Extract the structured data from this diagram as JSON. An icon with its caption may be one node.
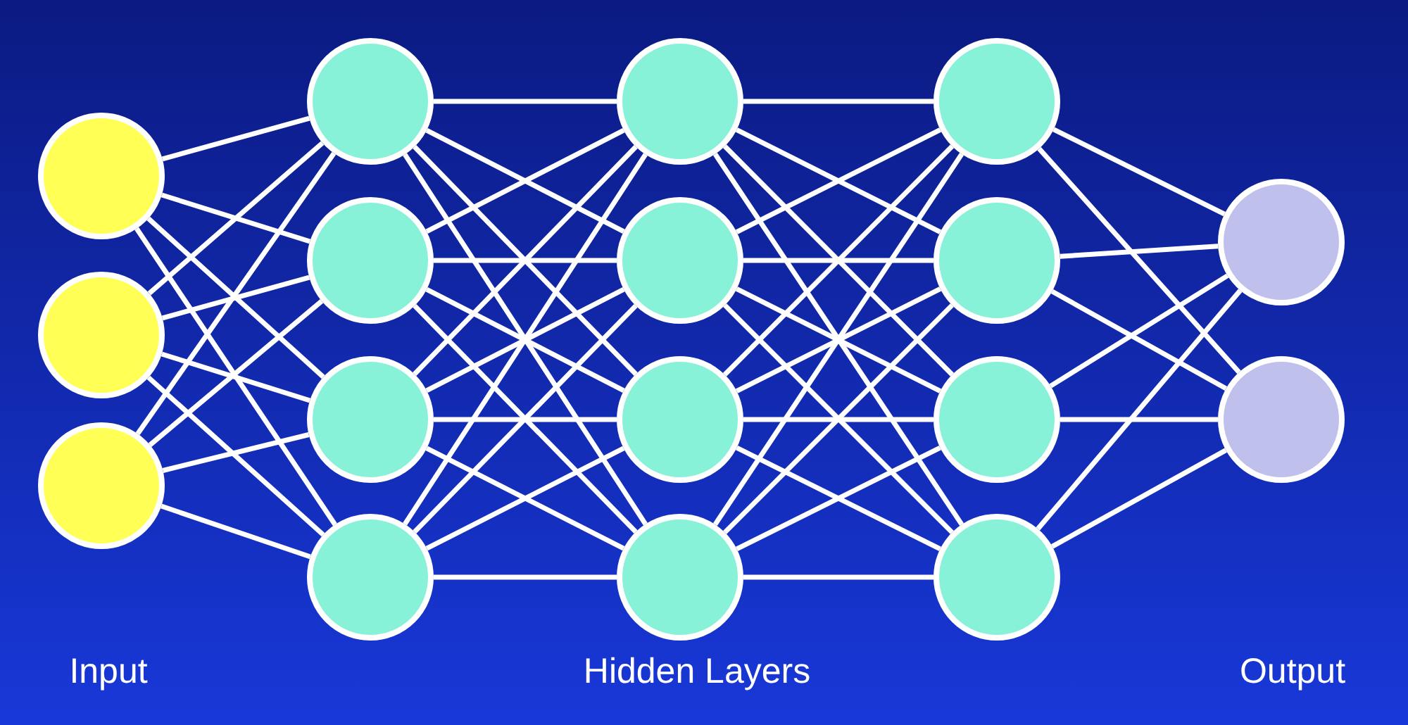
{
  "diagram": {
    "nodes": [
      {
        "text": [],
        "shape": "circle"
      },
      {
        "text": [],
        "shape": "circle"
      },
      {
        "text": [],
        "shape": "circle"
      },
      {
        "text": [],
        "shape": "circle"
      },
      {
        "text": [],
        "shape": "circle"
      },
      {
        "text": [],
        "shape": "circle"
      },
      {
        "text": [],
        "shape": "circle"
      },
      {
        "text": [],
        "shape": "circle"
      },
      {
        "text": [],
        "shape": "circle"
      },
      {
        "text": [],
        "shape": "circle"
      },
      {
        "text": [],
        "shape": "circle"
      },
      {
        "text": [],
        "shape": "circle"
      },
      {
        "text": [],
        "shape": "circle"
      },
      {
        "text": [],
        "shape": "circle"
      },
      {
        "text": [],
        "shape": "circle"
      },
      {
        "text": [],
        "shape": "circle"
      },
      {
        "text": [],
        "shape": "circle"
      }
    ],
    "edges": [
      {
        "from": 0,
        "to": 3,
        "arrow": "none"
      },
      {
        "from": 0,
        "to": 4,
        "arrow": "none"
      },
      {
        "from": 0,
        "to": 5,
        "arrow": "none"
      },
      {
        "from": 0,
        "to": 6,
        "arrow": "none"
      },
      {
        "from": 1,
        "to": 3,
        "arrow": "none"
      },
      {
        "from": 1,
        "to": 4,
        "arrow": "none"
      },
      {
        "from": 1,
        "to": 5,
        "arrow": "none"
      },
      {
        "from": 1,
        "to": 6,
        "arrow": "none"
      },
      {
        "from": 2,
        "to": 3,
        "arrow": "none"
      },
      {
        "from": 2,
        "to": 4,
        "arrow": "none"
      },
      {
        "from": 2,
        "to": 5,
        "arrow": "none"
      },
      {
        "from": 2,
        "to": 6,
        "arrow": "none"
      },
      {
        "from": 3,
        "to": 7,
        "arrow": "none"
      },
      {
        "from": 3,
        "to": 8,
        "arrow": "none"
      },
      {
        "from": 3,
        "to": 9,
        "arrow": "none"
      },
      {
        "from": 3,
        "to": 10,
        "arrow": "none"
      },
      {
        "from": 4,
        "to": 7,
        "arrow": "none"
      },
      {
        "from": 4,
        "to": 8,
        "arrow": "none"
      },
      {
        "from": 4,
        "to": 9,
        "arrow": "none"
      },
      {
        "from": 4,
        "to": 10,
        "arrow": "none"
      },
      {
        "from": 5,
        "to": 7,
        "arrow": "none"
      },
      {
        "from": 5,
        "to": 8,
        "arrow": "none"
      },
      {
        "from": 5,
        "to": 9,
        "arrow": "none"
      },
      {
        "from": 5,
        "to": 10,
        "arrow": "none"
      },
      {
        "from": 6,
        "to": 7,
        "arrow": "none"
      },
      {
        "from": 6,
        "to": 8,
        "arrow": "none"
      },
      {
        "from": 6,
        "to": 9,
        "arrow": "none"
      },
      {
        "from": 6,
        "to": 10,
        "arrow": "none"
      },
      {
        "from": 7,
        "to": 11,
        "arrow": "none"
      },
      {
        "from": 7,
        "to": 12,
        "arrow": "none"
      },
      {
        "from": 7,
        "to": 13,
        "arrow": "none"
      },
      {
        "from": 7,
        "to": 14,
        "arrow": "none"
      },
      {
        "from": 8,
        "to": 11,
        "arrow": "none"
      },
      {
        "from": 8,
        "to": 12,
        "arrow": "none"
      },
      {
        "from": 8,
        "to": 13,
        "arrow": "none"
      },
      {
        "from": 8,
        "to": 14,
        "arrow": "none"
      },
      {
        "from": 9,
        "to": 11,
        "arrow": "none"
      },
      {
        "from": 9,
        "to": 12,
        "arrow": "none"
      },
      {
        "from": 9,
        "to": 13,
        "arrow": "none"
      },
      {
        "from": 9,
        "to": 14,
        "arrow": "none"
      },
      {
        "from": 10,
        "to": 11,
        "arrow": "none"
      },
      {
        "from": 10,
        "to": 12,
        "arrow": "none"
      },
      {
        "from": 10,
        "to": 13,
        "arrow": "none"
      },
      {
        "from": 10,
        "to": 14,
        "arrow": "none"
      },
      {
        "from": 11,
        "to": 15,
        "arrow": "none"
      },
      {
        "from": 11,
        "to": 16,
        "arrow": "none"
      },
      {
        "from": 12,
        "to": 15,
        "arrow": "none"
      },
      {
        "from": 12,
        "to": 16,
        "arrow": "none"
      },
      {
        "from": 13,
        "to": 15,
        "arrow": "none"
      },
      {
        "from": 13,
        "to": 16,
        "arrow": "none"
      },
      {
        "from": 14,
        "to": 15,
        "arrow": "none"
      },
      {
        "from": 14,
        "to": 16,
        "arrow": "none"
      }
    ],
    "labels": [
      "Input",
      "Hidden Layers",
      "Output"
    ]
  }
}
